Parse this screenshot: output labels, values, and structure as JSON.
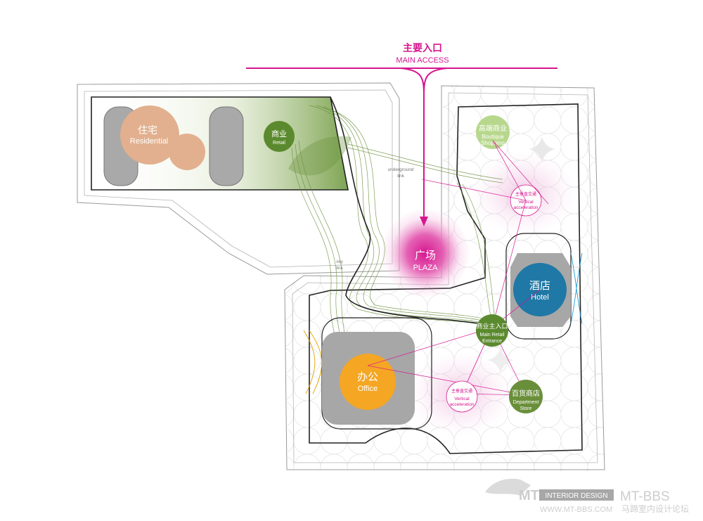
{
  "access": {
    "label_cn": "主要入口",
    "label_en": "MAIN ACCESS"
  },
  "nodes": {
    "residential": {
      "cn": "住宅",
      "en": "Residential"
    },
    "retail": {
      "cn": "商业",
      "en": "Retail"
    },
    "plaza": {
      "cn": "广场",
      "en": "PLAZA"
    },
    "boutique": {
      "cn": "高端商业",
      "en1": "Boutique",
      "en2": "Shopping"
    },
    "vertical_a": {
      "cn": "主垂直交通",
      "en1": "Vertical",
      "en2": "acceleration"
    },
    "vertical_b": {
      "cn": "主垂直交通",
      "en1": "Vertical",
      "en2": "acceleration"
    },
    "hotel": {
      "cn": "酒店",
      "en": "Hotel"
    },
    "main_entrance": {
      "cn": "商业主入口",
      "en1": "Main Retail",
      "en2": "Entrance"
    },
    "office": {
      "cn": "办公",
      "en": "Office"
    },
    "department": {
      "cn": "百货商店",
      "en1": "Department",
      "en2": "Store"
    }
  },
  "links": {
    "underground": {
      "l1": "underground",
      "l2": "link"
    },
    "sky": {
      "l1": "sky",
      "l2": "link"
    }
  },
  "colors": {
    "magenta": "#d6168f",
    "green": "#5b8a2e",
    "olive": "#6a8f3a",
    "residential": "#e2b08e",
    "hotel": "#1f78a5",
    "office": "#f5a623",
    "boutique": "#b7d88c",
    "grey": "#a7a7a7"
  },
  "watermark": {
    "brand": "MT",
    "tag": "INTERIOR DESIGN",
    "bbs": "MT-BBS",
    "url": "WWW.MT-BBS.COM",
    "cn": "马蹄室内设计论坛"
  }
}
